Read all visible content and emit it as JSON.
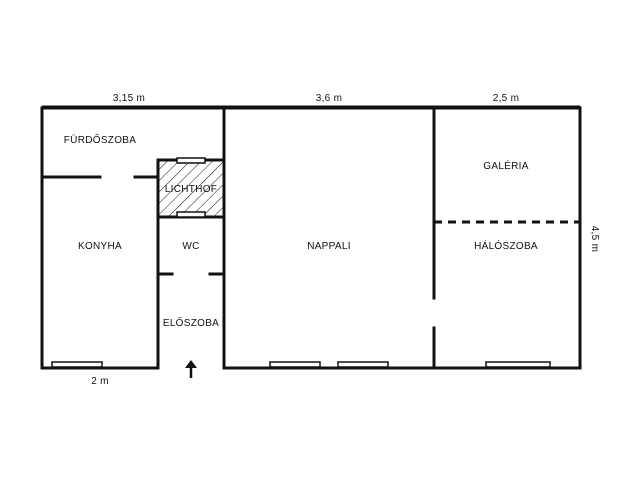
{
  "dimensions": {
    "top_left": "3,15 m",
    "top_middle": "3,6 m",
    "top_right": "2,5 m",
    "right_side": "4,5 m",
    "bottom_left": "2 m"
  },
  "rooms": {
    "bathroom": "FÜRDŐSZOBA",
    "lightwell": "LICHTHOF",
    "kitchen": "KONYHA",
    "wc": "WC",
    "hallway": "ELŐSZOBA",
    "living_room": "NAPPALI",
    "gallery": "GALÉRIA",
    "bedroom": "HÁLÓSZOBA"
  },
  "entrance_arrow": "➜"
}
